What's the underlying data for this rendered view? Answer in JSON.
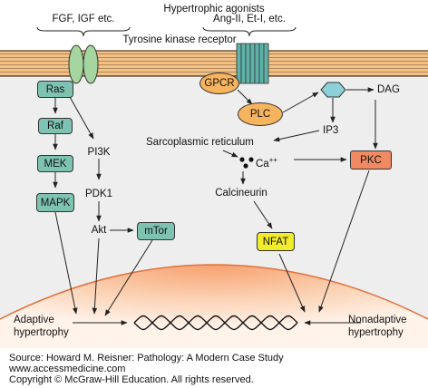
{
  "header": {
    "hypertrophic_agonists": "Hypertrophic agonists",
    "fgf_igf": "FGF, IGF etc.",
    "ang_et": "Ang-II, Et-I, etc.",
    "tyrosine_kinase_receptor": "Tyrosine kinase receptor"
  },
  "left_pathway": {
    "ras": "Ras",
    "raf": "Raf",
    "mek": "MEK",
    "mapk": "MAPK",
    "pi3k": "PI3K",
    "pdk1": "PDK1",
    "akt": "Akt",
    "mtor": "mTor"
  },
  "right_pathway": {
    "gpcr": "GPCR",
    "plc": "PLC",
    "dag": "DAG",
    "ip3": "IP3",
    "sarcoplasmic_reticulum": "Sarcoplasmic reticulum",
    "ca": "Ca",
    "ca_charge": "++",
    "pkc": "PKC",
    "calcineurin": "Calcineurin",
    "nfat": "NFAT"
  },
  "outcomes": {
    "adaptive_line1": "Adaptive",
    "adaptive_line2": "hypertrophy",
    "nonadaptive_line1": "Nonadaptive",
    "nonadaptive_line2": "hypertrophy"
  },
  "source": {
    "line1": "Source: Howard M. Reisner: Pathology: A Modern Case Study",
    "line2": "www.accessmedicine.com",
    "line3": "Copyright © McGraw-Hill Education.  All rights reserved."
  },
  "colors": {
    "membrane": "#f2c188",
    "cytoplasm": "#eeeeee",
    "nucleus": "#f08a5c",
    "teal_box": "#7ec3b2",
    "orange_oval": "#f7b45e",
    "pkc_box": "#f08a62",
    "nfat_box": "#f2ec2a",
    "ip3_hexagon": "#8ed0d8"
  }
}
